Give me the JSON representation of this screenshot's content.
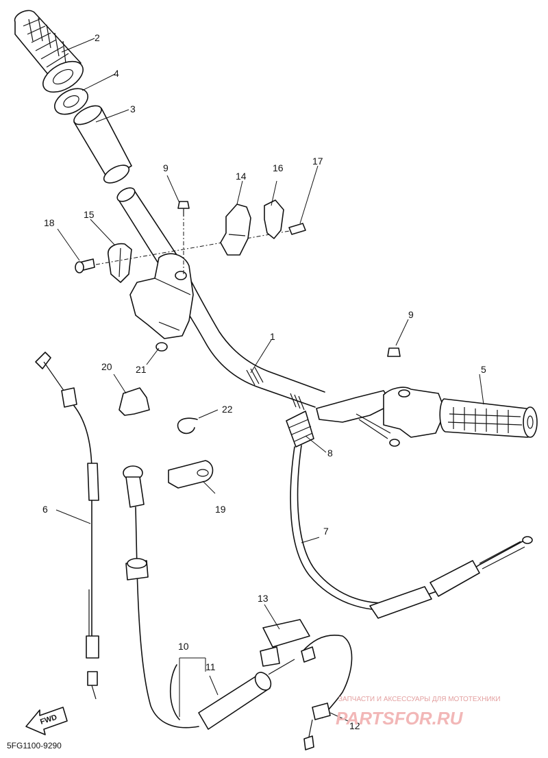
{
  "parts": [
    {
      "key": "p1",
      "label": "1"
    },
    {
      "key": "p2",
      "label": "2"
    },
    {
      "key": "p3",
      "label": "3"
    },
    {
      "key": "p4",
      "label": "4"
    },
    {
      "key": "p5",
      "label": "5"
    },
    {
      "key": "p6",
      "label": "6"
    },
    {
      "key": "p7",
      "label": "7"
    },
    {
      "key": "p8",
      "label": "8"
    },
    {
      "key": "p9a",
      "label": "9"
    },
    {
      "key": "p9b",
      "label": "9"
    },
    {
      "key": "p10",
      "label": "10"
    },
    {
      "key": "p11",
      "label": "11"
    },
    {
      "key": "p12",
      "label": "12"
    },
    {
      "key": "p13",
      "label": "13"
    },
    {
      "key": "p14",
      "label": "14"
    },
    {
      "key": "p15",
      "label": "15"
    },
    {
      "key": "p16",
      "label": "16"
    },
    {
      "key": "p17",
      "label": "17"
    },
    {
      "key": "p18",
      "label": "18"
    },
    {
      "key": "p19",
      "label": "19"
    },
    {
      "key": "p20",
      "label": "20"
    },
    {
      "key": "p21",
      "label": "21"
    },
    {
      "key": "p22",
      "label": "22"
    }
  ],
  "diagram_code": "5FG1100-9290",
  "fwd_label": "FWD",
  "watermark": {
    "tagline": "ЗАПЧАСТИ И АКСЕССУАРЫ ДЛЯ МОТОТЕХНИКИ",
    "brand": "PARTSFOR.RU"
  }
}
